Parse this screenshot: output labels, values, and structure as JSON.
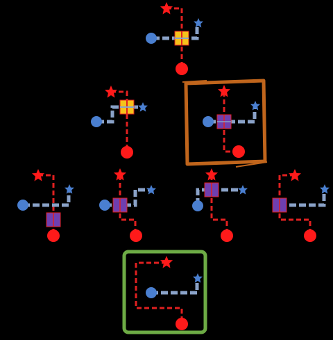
{
  "colors": {
    "background": "#000000",
    "red": "#ff1a1a",
    "red_path": "#e02020",
    "blue": "#4a7fd0",
    "blue_path": "#8aa2c8",
    "yellow_cell": "#f5c21b",
    "purple_cell": "#6f3fb0",
    "orange_frame": "#c0651c",
    "green_frame": "#6dab45"
  },
  "icons": {
    "star": "star-icon",
    "circle": "circle-icon",
    "small_star": "small-star-icon",
    "grid_cell": "grid-cell-icon"
  },
  "diagram": {
    "node_count": 8,
    "highlight": [
      "selected-node",
      "result-node"
    ]
  }
}
